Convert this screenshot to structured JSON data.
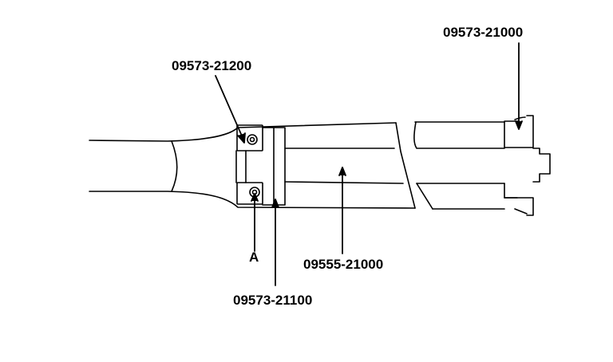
{
  "labels": {
    "part_21000": "09573-21000",
    "part_21200": "09573-21200",
    "callout_a": "A",
    "part_55_21000": "09555-21000",
    "part_21100": "09573-21100"
  }
}
